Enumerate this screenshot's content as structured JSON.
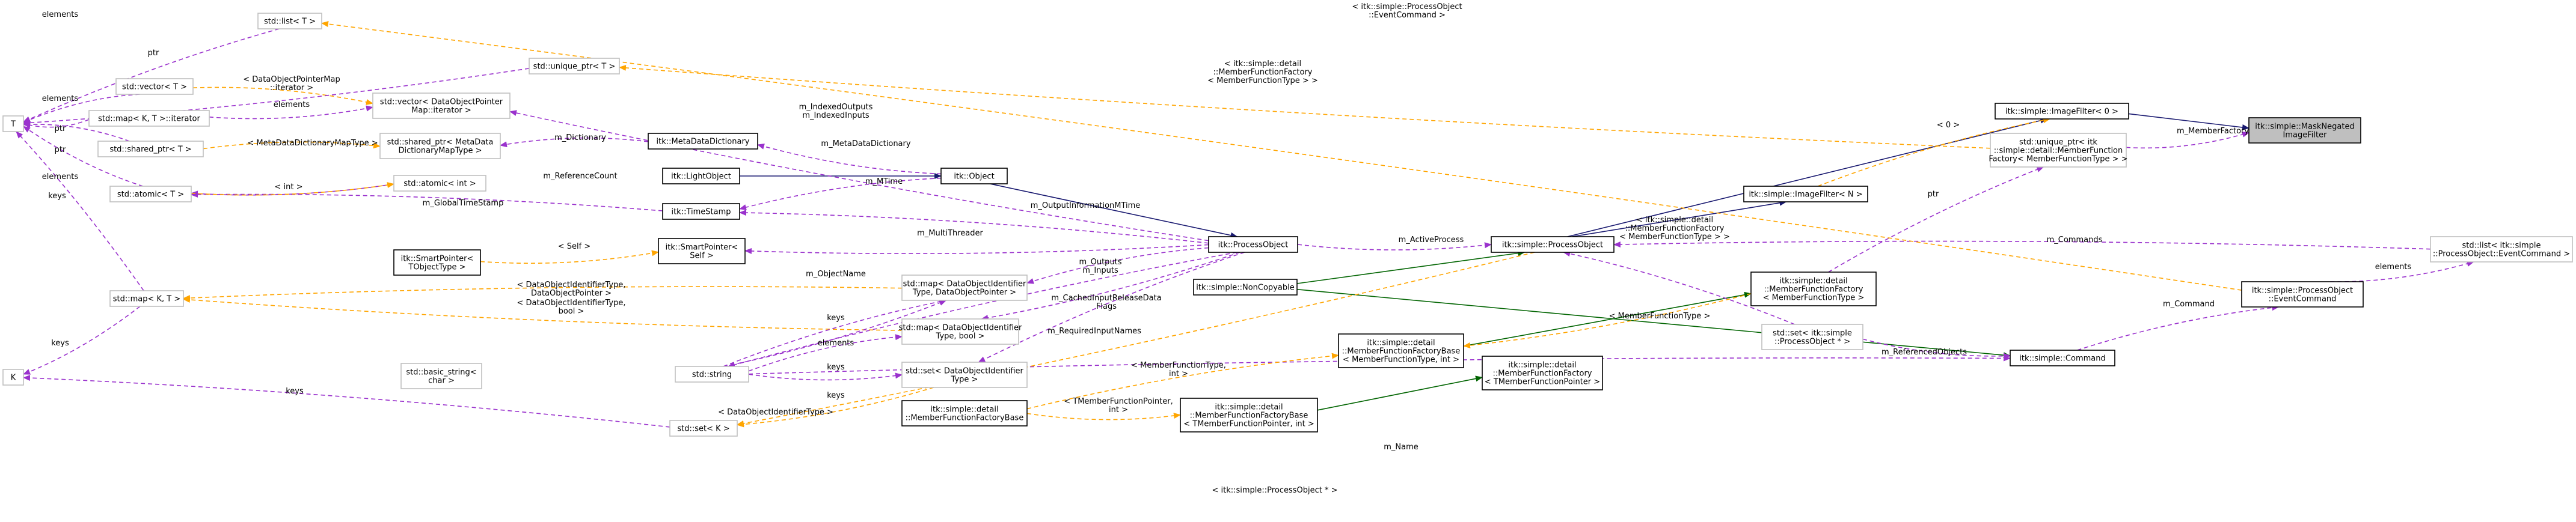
{
  "diagram": {
    "nodes": [
      {
        "id": "mask",
        "lines": [
          "itk::simple::MaskNegated",
          "ImageFilter"
        ],
        "style": "hl"
      },
      {
        "id": "if0",
        "lines": [
          "itk::simple::ImageFilter< 0 >"
        ],
        "style": "solid"
      },
      {
        "id": "ifn",
        "lines": [
          "itk::simple::ImageFilter< N >"
        ],
        "style": "solid"
      },
      {
        "id": "po",
        "lines": [
          "itk::simple::ProcessObject"
        ],
        "style": "solid"
      },
      {
        "id": "itkpo",
        "lines": [
          "itk::ProcessObject"
        ],
        "style": "solid"
      },
      {
        "id": "obj",
        "lines": [
          "itk::Object"
        ],
        "style": "solid"
      },
      {
        "id": "lo",
        "lines": [
          "itk::LightObject"
        ],
        "style": "solid"
      },
      {
        "id": "md",
        "lines": [
          "itk::MetaDataDictionary"
        ],
        "style": "solid"
      },
      {
        "id": "ts",
        "lines": [
          "itk::TimeStamp"
        ],
        "style": "solid"
      },
      {
        "id": "nc",
        "lines": [
          "itk::simple::NonCopyable"
        ],
        "style": "solid"
      },
      {
        "id": "spself",
        "lines": [
          "itk::SmartPointer<",
          "Self >"
        ],
        "style": "solid"
      },
      {
        "id": "sptobj",
        "lines": [
          "itk::SmartPointer<",
          "TObjectType >"
        ],
        "style": "solid"
      },
      {
        "id": "string",
        "lines": [
          "std::string"
        ],
        "style": "grey"
      },
      {
        "id": "bstring",
        "lines": [
          "std::basic_string<",
          "char >"
        ],
        "style": "grey"
      },
      {
        "id": "mapdop",
        "lines": [
          "std::map< DataObjectIdentifier",
          "Type, DataObjectPointer >"
        ],
        "style": "grey"
      },
      {
        "id": "mapdob",
        "lines": [
          "std::map< DataObjectIdentifier",
          "Type, bool >"
        ],
        "style": "grey"
      },
      {
        "id": "setdo",
        "lines": [
          "std::set< DataObjectIdentifier",
          "Type >"
        ],
        "style": "grey"
      },
      {
        "id": "mapKT",
        "lines": [
          "std::map< K, T >"
        ],
        "style": "grey"
      },
      {
        "id": "setK",
        "lines": [
          "std::set< K >"
        ],
        "style": "grey"
      },
      {
        "id": "K",
        "lines": [
          "K"
        ],
        "style": "grey"
      },
      {
        "id": "T",
        "lines": [
          "T"
        ],
        "style": "grey"
      },
      {
        "id": "listT",
        "lines": [
          "std::list< T >"
        ],
        "style": "grey"
      },
      {
        "id": "uptrT",
        "lines": [
          "std::unique_ptr< T >"
        ],
        "style": "grey"
      },
      {
        "id": "vecT",
        "lines": [
          "std::vector< T >"
        ],
        "style": "grey"
      },
      {
        "id": "mapit",
        "lines": [
          "std::map< K, T >::iterator"
        ],
        "style": "grey"
      },
      {
        "id": "sptrT",
        "lines": [
          "std::shared_ptr< T >"
        ],
        "style": "grey"
      },
      {
        "id": "atomicT",
        "lines": [
          "std::atomic< T >"
        ],
        "style": "grey"
      },
      {
        "id": "vecdop",
        "lines": [
          "std::vector< DataObjectPointer",
          "Map::iterator >"
        ],
        "style": "grey"
      },
      {
        "id": "sptrmd",
        "lines": [
          "std::shared_ptr< MetaData",
          "DictionaryMapType >"
        ],
        "style": "grey"
      },
      {
        "id": "atomicint",
        "lines": [
          "std::atomic< int >"
        ],
        "style": "grey"
      },
      {
        "id": "mffbase",
        "lines": [
          "itk::simple::detail",
          "::MemberFunctionFactoryBase",
          "< MemberFunctionType, int >"
        ],
        "style": "solid"
      },
      {
        "id": "mffbasefp",
        "lines": [
          "itk::simple::detail",
          "::MemberFunctionFactoryBase",
          "< TMemberFunctionPointer, int >"
        ],
        "style": "solid"
      },
      {
        "id": "mffb",
        "lines": [
          "itk::simple::detail",
          "::MemberFunctionFactoryBase"
        ],
        "style": "solid"
      },
      {
        "id": "mff",
        "lines": [
          "itk::simple::detail",
          "::MemberFunctionFactory",
          "< MemberFunctionType >"
        ],
        "style": "solid"
      },
      {
        "id": "mfft",
        "lines": [
          "itk::simple::detail",
          "::MemberFunctionFactory",
          "< TMemberFunctionPointer >"
        ],
        "style": "solid"
      },
      {
        "id": "uptrmff",
        "lines": [
          "std::unique_ptr< itk",
          "::simple::detail::MemberFunction",
          "Factory< MemberFunctionType > >"
        ],
        "style": "grey"
      },
      {
        "id": "setpo",
        "lines": [
          "std::set< itk::simple",
          "::ProcessObject * >"
        ],
        "style": "grey"
      },
      {
        "id": "cmd",
        "lines": [
          "itk::simple::Command"
        ],
        "style": "solid"
      },
      {
        "id": "listec",
        "lines": [
          "std::list< itk::simple",
          "::ProcessObject::EventCommand >"
        ],
        "style": "grey"
      },
      {
        "id": "ec",
        "lines": [
          "itk::simple::ProcessObject",
          "::EventCommand"
        ],
        "style": "solid"
      }
    ],
    "edge_labels": [
      "elements",
      "ptr",
      "elements",
      "ptr",
      "ptr",
      "elements",
      "keys",
      "keys",
      "keys",
      "keys",
      "keys",
      "keys",
      "elements",
      "< DataObjectPointerMap\n::iterator >",
      "elements",
      "< MetaDataDictionaryMapType >",
      "< int >",
      "m_Dictionary",
      "m_ReferenceCount",
      "m_GlobalTimeStamp",
      "m_MetaDataDictionary",
      "m_MTime",
      "m_IndexedOutputs\nm_IndexedInputs",
      "m_OutputInformationMTime",
      "m_MultiThreader",
      "m_ObjectName",
      "< Self >",
      "< DataObjectIdentifierType,\nDataObjectPointer >",
      "< DataObjectIdentifierType,\nbool >",
      "m_Outputs\nm_Inputs",
      "m_CachedInputReleaseData\nFlags",
      "m_RequiredInputNames",
      "< DataObjectIdentifierType >",
      "< MemberFunctionType,\nint >",
      "< TMemberFunctionPointer,\nint >",
      "m_ActiveProcess",
      "m_Commands",
      "m_MemberFactory",
      "< 0 >",
      "ptr",
      "< MemberFunctionType >",
      "m_ReferencedObjects",
      "m_Command",
      "elements",
      "m_Name",
      "< itk::simple::ProcessObject * >",
      "< itk::simple::ProcessObject\n::EventCommand >",
      "< itk::simple::detail\n::MemberFunctionFactory\n< MemberFunctionType > >",
      "keys"
    ]
  }
}
